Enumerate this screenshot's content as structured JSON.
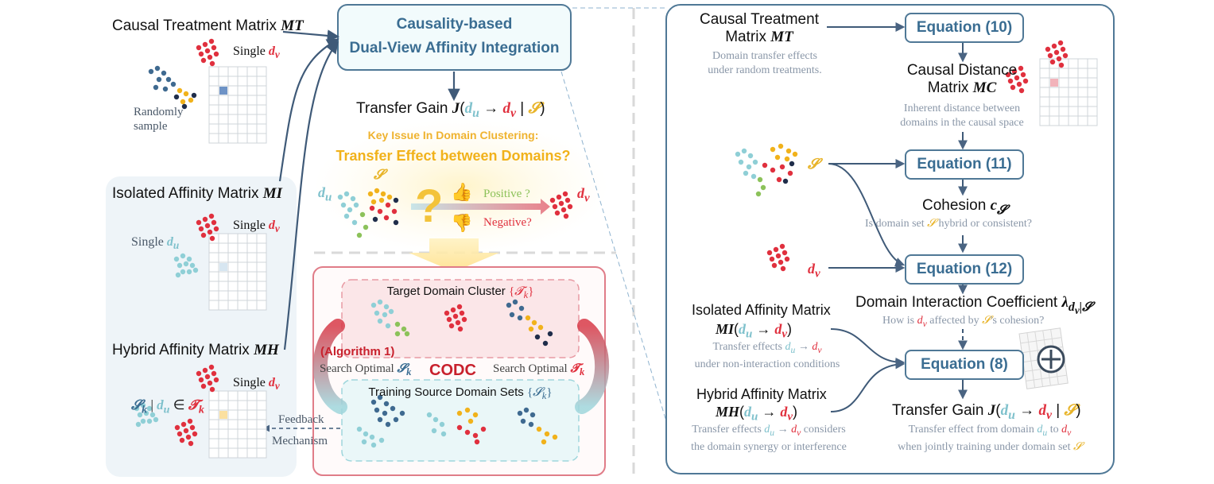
{
  "left": {
    "mt_title": "Causal Treatment Matrix",
    "mt_var": "MT",
    "single_dv_1": "Single",
    "randomly_sample": "Randomly\nsample",
    "mi_title": "Isolated Affinity Matrix",
    "mi_var": "MI",
    "single_dv_2": "Single",
    "single_du": "Single",
    "mh_title": "Hybrid Affinity Matrix",
    "mh_var": "MH",
    "single_dv_3": "Single",
    "sk_cond": "| d_u ∈ T_k",
    "feedback": "Feedback",
    "mechanism": "Mechanism"
  },
  "middle": {
    "integration_title_1": "Causality-based",
    "integration_title_2": "Dual-View Affinity Integration",
    "transfer_gain": "Transfer Gain",
    "key_issue": "Key Issue In Domain Clustering:",
    "key_effect": "Transfer Effect between Domains?",
    "positive": "Positive ?",
    "negative": "Negative?",
    "target_cluster": "Target Domain Cluster",
    "algorithm": "(Algorithm 1)",
    "search_sk": "Search Optimal",
    "codc": "CODC",
    "search_tk": "Search Optimal",
    "training_sets": "Training Source Domain Sets"
  },
  "right": {
    "mt_title_1": "Causal Treatment",
    "mt_title_2": "Matrix",
    "mt_desc_1": "Domain transfer effects",
    "mt_desc_2": "under random treatments.",
    "eq10": "Equation (10)",
    "mc_title_1": "Causal Distance",
    "mc_title_2": "Matrix",
    "mc_desc_1": "Inherent distance between",
    "mc_desc_2": "domains in the causal space",
    "eq11": "Equation (11)",
    "cohesion": "Cohesion",
    "cohesion_q_1": "Is domain set",
    "cohesion_q_2": "hybrid or consistent?",
    "eq12": "Equation (12)",
    "dic": "Domain Interaction Coefficient",
    "dic_q_1": "How is",
    "dic_q_2": "affected by",
    "dic_q_3": "'s cohesion?",
    "mi_title": "Isolated Affinity Matrix",
    "mi_desc_1": "Transfer effects",
    "mi_desc_2": "under non-interaction conditions",
    "eq8": "Equation (8)",
    "mh_title": "Hybrid Affinity Matrix",
    "mh_desc_1": "Transfer effects",
    "mh_desc_2": "considers",
    "mh_desc_3": "the domain synergy or interference",
    "tg": "Transfer Gain",
    "tg_desc_1": "Transfer effect from domain",
    "tg_desc_2": "to",
    "tg_desc_3": "when jointly training under domain set"
  },
  "colors": {
    "red": "#e0303e",
    "teal": "#7fc1cc",
    "gold": "#e8b42a",
    "navy": "#4f7896",
    "pink": "#e76f7d"
  }
}
